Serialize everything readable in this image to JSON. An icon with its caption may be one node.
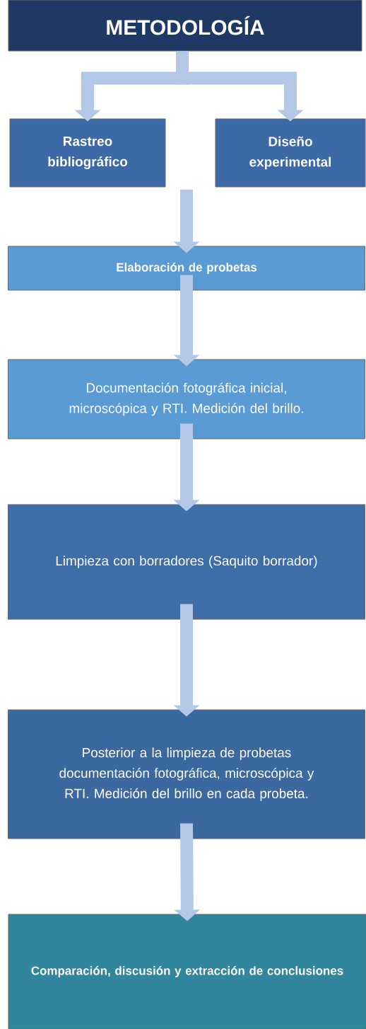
{
  "diagram": {
    "nodes": [
      {
        "text": [
          "METODOLOGÍA"
        ]
      },
      {
        "text": [
          "Rastreo bibliográfico"
        ]
      },
      {
        "text": [
          "Diseño experimental"
        ]
      },
      {
        "text": [
          "Elaboración de probetas"
        ]
      },
      {
        "text": [
          "Documentación fotográfica inicial, microscópica y RTI. Medición del brillo."
        ]
      },
      {
        "text": [
          "Limpieza con borradores (Saquito borrador)"
        ]
      },
      {
        "text": [
          "Posterior a la limpieza de probetas documentación fotográfica, microscópica y RTI. Medición del brillo en cada probeta."
        ]
      },
      {
        "text": [
          "Comparación, discusión y extracción de conclusiones"
        ]
      }
    ],
    "edges": [
      {
        "from": 0,
        "to": 1,
        "arrow": "to"
      },
      {
        "from": 0,
        "to": 2,
        "arrow": "to"
      },
      {
        "from": null,
        "to": 3,
        "arrow": "to"
      },
      {
        "from": 3,
        "to": 4,
        "arrow": "to"
      },
      {
        "from": 4,
        "to": 5,
        "arrow": "to"
      },
      {
        "from": 5,
        "to": 6,
        "arrow": "to"
      },
      {
        "from": 6,
        "to": 7,
        "arrow": "to"
      }
    ]
  }
}
